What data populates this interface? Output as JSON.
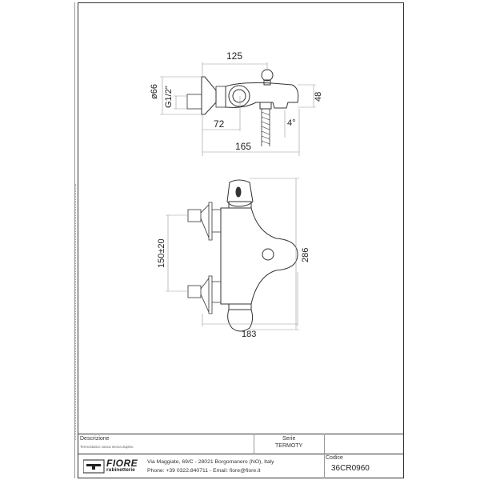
{
  "drawing": {
    "top_view": {
      "dim_width_top": "125",
      "dim_diameter": "ø66",
      "dim_thread": "G1/2\"",
      "dim_height": "48",
      "dim_offset": "72",
      "dim_angle": "4°",
      "dim_width_bottom": "165"
    },
    "front_view": {
      "dim_centers": "150±20",
      "dim_height": "286",
      "dim_width": "183"
    }
  },
  "title_block": {
    "description_label": "Descrizione",
    "description_value": "Termostatico vasca senza duplex.",
    "series_label": "Serie",
    "series_value": "TERMOTY",
    "address": "Via Maggiate, 69/C - 28021 Borgomanero (NO), Italy",
    "contact": "Phone: +39 0322.840711 - Email: fiore@fiore.it",
    "code_label": "Codice",
    "code_value": "36CR0960",
    "logo_text": "FIORE",
    "logo_subtext": "rubinetterie"
  }
}
